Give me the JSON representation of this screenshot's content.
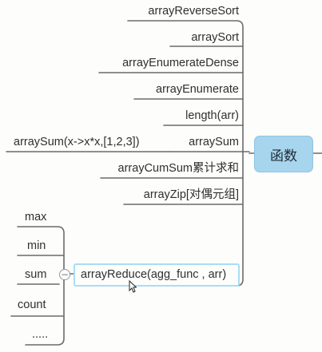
{
  "central_topic": "函数",
  "branches": [
    {
      "label": "arrayReverseSort"
    },
    {
      "label": "arraySort"
    },
    {
      "label": "arrayEnumerateDense"
    },
    {
      "label": "arrayEnumerate"
    },
    {
      "label": "length(arr)"
    },
    {
      "label": "arraySum"
    },
    {
      "label": "arrayCumSum累计求和"
    },
    {
      "label": "arrayZip[对偶元组]"
    },
    {
      "label": "arrayReduce(agg_func , arr)"
    }
  ],
  "array_sum_example": "arraySum(x->x*x,[1,2,3])",
  "array_reduce_children": [
    "max",
    "min",
    "sum",
    "count",
    "....."
  ],
  "collapse_symbol": "−",
  "colors": {
    "line": "#6b6b6b",
    "central_fill": "#a7d5ee",
    "selection_border": "#a8ddf5"
  }
}
